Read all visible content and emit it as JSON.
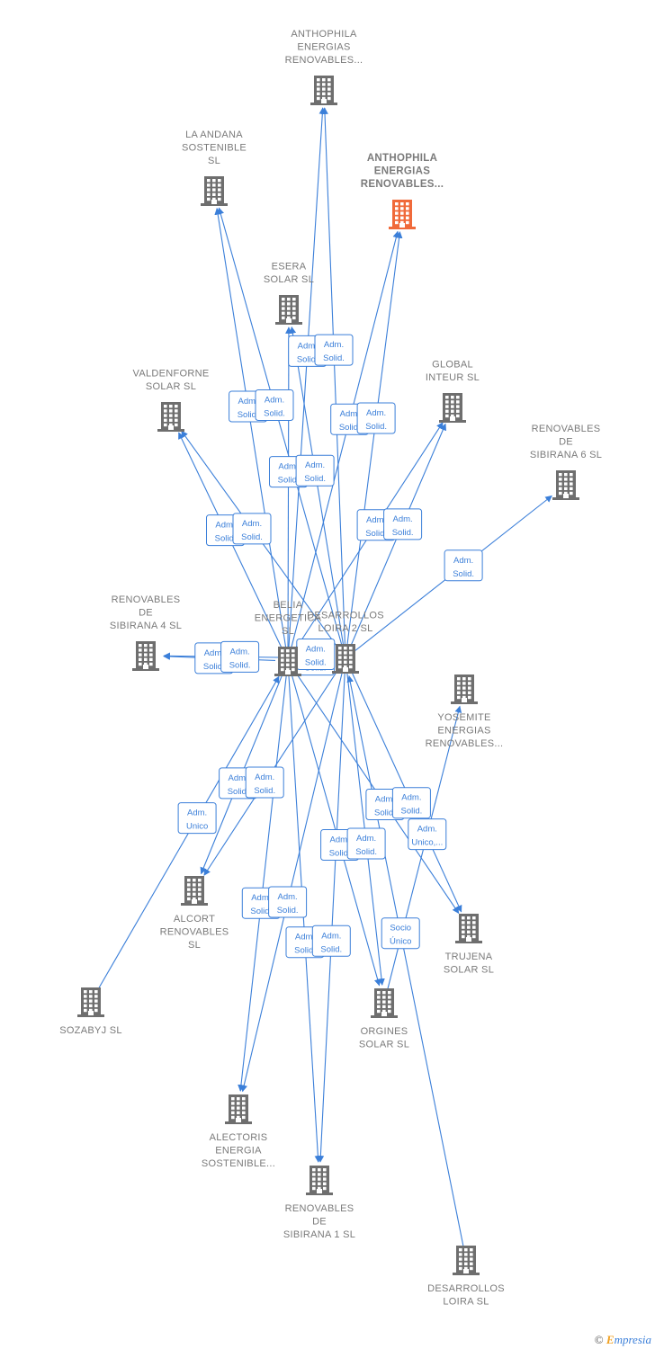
{
  "colors": {
    "edge": "#3b7fd9",
    "node": "#6e6e6e",
    "main_node": "#f06a3a",
    "label": "#7a7a7a"
  },
  "nodes": [
    {
      "id": "anthophila_top",
      "label": [
        "ANTHOPHILA",
        "ENERGIAS",
        "RENOVABLES..."
      ],
      "icon": "building-icon"
    },
    {
      "id": "anthophila_main",
      "label": [
        "ANTHOPHILA",
        "ENERGIAS",
        "RENOVABLES..."
      ],
      "icon": "building-icon",
      "main": true
    },
    {
      "id": "la_andana",
      "label": [
        "LA ANDANA",
        "SOSTENIBLE",
        "SL"
      ],
      "icon": "building-icon"
    },
    {
      "id": "esera",
      "label": [
        "ESERA",
        "SOLAR  SL"
      ],
      "icon": "building-icon"
    },
    {
      "id": "valdenforne",
      "label": [
        "VALDENFORNE",
        "SOLAR  SL"
      ],
      "icon": "building-icon"
    },
    {
      "id": "global_inteur",
      "label": [
        "GLOBAL",
        "INTEUR  SL"
      ],
      "icon": "building-icon"
    },
    {
      "id": "sibirana6",
      "label": [
        "RENOVABLES",
        "DE",
        "SIBIRANA 6  SL"
      ],
      "icon": "building-icon"
    },
    {
      "id": "sibirana4",
      "label": [
        "RENOVABLES",
        "DE",
        "SIBIRANA 4  SL"
      ],
      "icon": "building-icon"
    },
    {
      "id": "belia",
      "label": [
        "BELIA",
        "ENERGETICA",
        "SL"
      ],
      "icon": "building-icon"
    },
    {
      "id": "loira2",
      "label": [
        "DESARROLLOS",
        "LOIRA 2  SL"
      ],
      "icon": "building-icon"
    },
    {
      "id": "yosemite",
      "label": [
        "YOSEMITE",
        "ENERGIAS",
        "RENOVABLES..."
      ],
      "icon": "building-icon"
    },
    {
      "id": "alcort",
      "label": [
        "ALCORT",
        "RENOVABLES",
        "SL"
      ],
      "icon": "building-icon"
    },
    {
      "id": "trujena",
      "label": [
        "TRUJENA",
        "SOLAR  SL"
      ],
      "icon": "building-icon"
    },
    {
      "id": "sozabyj",
      "label": [
        "SOZABYJ SL"
      ],
      "icon": "building-icon"
    },
    {
      "id": "orgines",
      "label": [
        "ORGINES",
        "SOLAR  SL"
      ],
      "icon": "building-icon"
    },
    {
      "id": "alectoris",
      "label": [
        "ALECTORIS",
        "ENERGIA",
        "SOSTENIBLE..."
      ],
      "icon": "building-icon"
    },
    {
      "id": "sibirana1",
      "label": [
        "RENOVABLES",
        "DE",
        "SIBIRANA 1  SL"
      ],
      "icon": "building-icon"
    },
    {
      "id": "loira",
      "label": [
        "DESARROLLOS",
        "LOIRA SL"
      ],
      "icon": "building-icon"
    }
  ],
  "edges": [
    {
      "from": "belia",
      "to": "anthophila_top",
      "label": [
        "Adm.",
        "Solid."
      ]
    },
    {
      "from": "loira2",
      "to": "anthophila_top",
      "label": [
        "Adm.",
        "Solid."
      ]
    },
    {
      "from": "belia",
      "to": "anthophila_main",
      "label": [
        "Adm.",
        "Solid."
      ]
    },
    {
      "from": "loira2",
      "to": "anthophila_main",
      "label": [
        "Adm.",
        "Solid."
      ]
    },
    {
      "from": "belia",
      "to": "la_andana",
      "label": [
        "Adm.",
        "Solid."
      ]
    },
    {
      "from": "loira2",
      "to": "la_andana",
      "label": [
        "Adm.",
        "Solid."
      ]
    },
    {
      "from": "belia",
      "to": "esera",
      "label": [
        "Adm.",
        "Solid."
      ]
    },
    {
      "from": "loira2",
      "to": "esera",
      "label": [
        "Adm.",
        "Solid."
      ]
    },
    {
      "from": "belia",
      "to": "valdenforne",
      "label": [
        "Adm.",
        "Solid."
      ]
    },
    {
      "from": "loira2",
      "to": "valdenforne",
      "label": [
        "Adm.",
        "Solid."
      ]
    },
    {
      "from": "belia",
      "to": "global_inteur",
      "label": [
        "Adm.",
        "Solid."
      ]
    },
    {
      "from": "loira2",
      "to": "global_inteur",
      "label": [
        "Adm.",
        "Solid."
      ]
    },
    {
      "from": "loira2",
      "to": "sibirana6",
      "label": [
        "Adm.",
        "Solid."
      ]
    },
    {
      "from": "belia",
      "to": "sibirana4",
      "label": [
        "Adm.",
        "Solid."
      ]
    },
    {
      "from": "loira2",
      "to": "sibirana4",
      "label": [
        "Adm.",
        "Solid."
      ]
    },
    {
      "from": "belia",
      "to": "loira2",
      "label": [
        "Adm.",
        "Solid."
      ]
    },
    {
      "from": "loira2",
      "to": "belia",
      "label": [
        "Adm.",
        "Solid."
      ]
    },
    {
      "from": "belia",
      "to": "alcort",
      "label": [
        "Adm.",
        "Solid."
      ]
    },
    {
      "from": "loira2",
      "to": "alcort",
      "label": [
        "Adm.",
        "Solid."
      ]
    },
    {
      "from": "sozabyj",
      "to": "belia",
      "label": [
        "Adm.",
        "Unico"
      ]
    },
    {
      "from": "belia",
      "to": "trujena",
      "label": [
        "Adm.",
        "Solid."
      ]
    },
    {
      "from": "loira2",
      "to": "trujena",
      "label": [
        "Adm.",
        "Solid."
      ]
    },
    {
      "from": "belia",
      "to": "orgines",
      "label": [
        "Adm.",
        "Solid."
      ]
    },
    {
      "from": "loira2",
      "to": "orgines",
      "label": [
        "Adm.",
        "Solid."
      ]
    },
    {
      "from": "belia",
      "to": "alectoris",
      "label": [
        "Adm.",
        "Solid."
      ]
    },
    {
      "from": "loira2",
      "to": "alectoris",
      "label": [
        "Adm.",
        "Solid."
      ]
    },
    {
      "from": "belia",
      "to": "sibirana1",
      "label": [
        "Adm.",
        "Solid."
      ]
    },
    {
      "from": "loira2",
      "to": "sibirana1",
      "label": [
        "Adm.",
        "Solid."
      ]
    },
    {
      "from": "loira",
      "to": "loira2",
      "label": [
        "Socio",
        "Único"
      ]
    },
    {
      "from": "orgines",
      "to": "yosemite",
      "label": [
        "Adm.",
        "Unico,..."
      ]
    }
  ],
  "footer": {
    "copyright": "©",
    "brand_first": "E",
    "brand_rest": "mpresia"
  }
}
